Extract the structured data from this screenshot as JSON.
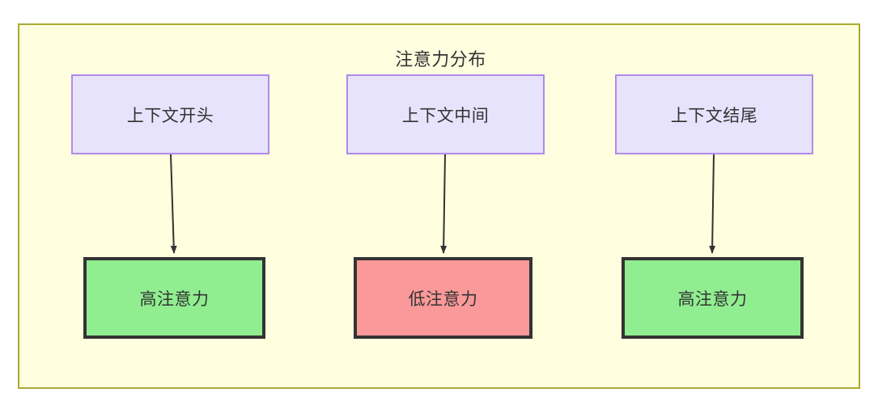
{
  "diagram": {
    "title": "注意力分布",
    "background_color": "#ffffe0",
    "frame_border_color": "#aaaa33",
    "page_background": "#ffffff"
  },
  "nodes": {
    "context": [
      {
        "id": "context-start",
        "label": "上下文开头",
        "fill": "#e7e3fd",
        "stroke": "#b28ae8"
      },
      {
        "id": "context-middle",
        "label": "上下文中间",
        "fill": "#e7e3fd",
        "stroke": "#b28ae8"
      },
      {
        "id": "context-end",
        "label": "上下文结尾",
        "fill": "#e7e3fd",
        "stroke": "#b28ae8"
      }
    ],
    "attention": [
      {
        "id": "attention-high-start",
        "label": "高注意力",
        "fill": "#90ee90",
        "stroke": "#333333",
        "level": "high"
      },
      {
        "id": "attention-low-middle",
        "label": "低注意力",
        "fill": "#fa9999",
        "stroke": "#333333",
        "level": "low"
      },
      {
        "id": "attention-high-end",
        "label": "高注意力",
        "fill": "#90ee90",
        "stroke": "#333333",
        "level": "high"
      }
    ]
  },
  "edges": [
    {
      "id": "edge-start",
      "from": "context-start",
      "to": "attention-high-start",
      "style": "arrow",
      "color": "#333333"
    },
    {
      "id": "edge-middle",
      "from": "context-middle",
      "to": "attention-low-middle",
      "style": "arrow",
      "color": "#333333"
    },
    {
      "id": "edge-end",
      "from": "context-end",
      "to": "attention-high-end",
      "style": "arrow",
      "color": "#333333"
    }
  ]
}
